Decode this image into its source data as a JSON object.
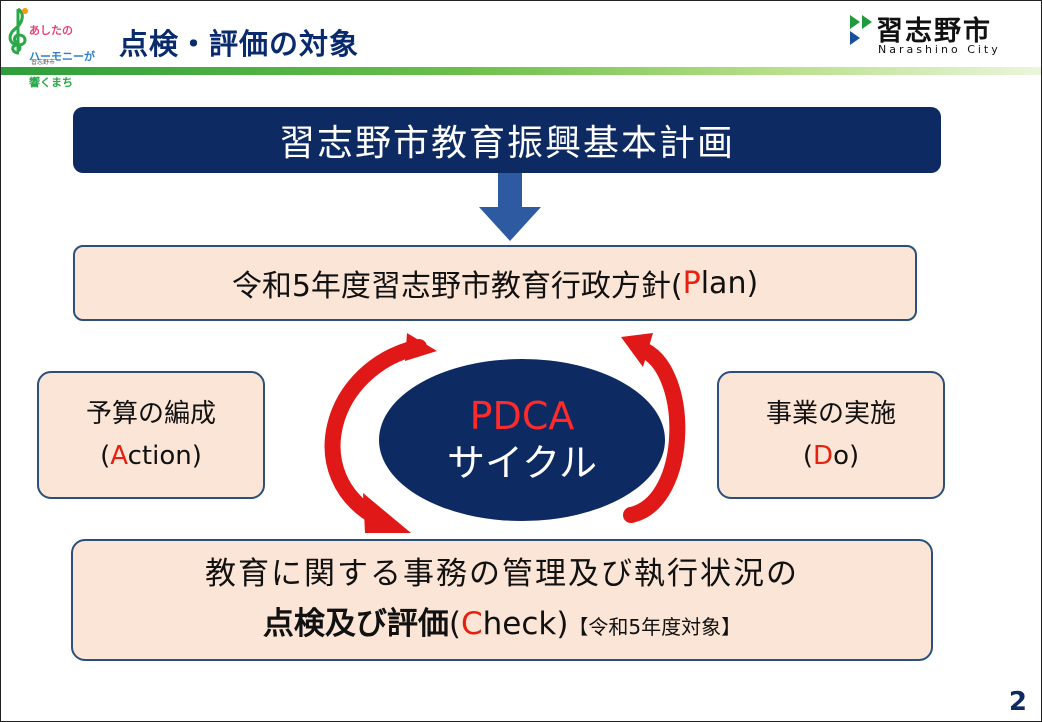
{
  "header": {
    "title": "点検・評価の対象",
    "left_logo": {
      "icon": "treble-clef-icon",
      "tagline_lines": [
        "あしたの",
        "ハーモニーが",
        "響くまち"
      ],
      "small_text": "習志野市"
    },
    "right_logo": {
      "icon": "city-emblem-icon",
      "name": "習志野市",
      "name_en": "Narashino City"
    }
  },
  "plan_top": "習志野市教育振興基本計画",
  "policy": {
    "text": "令和5年度習志野市教育行政方針(",
    "accent": "P",
    "rest": "lan)"
  },
  "cycle": {
    "center_title": "PDCA",
    "center_subtitle": "サイクル",
    "left": {
      "line1": "予算の編成",
      "open": "(",
      "accent": "A",
      "rest": "ction)"
    },
    "right": {
      "line1": "事業の実施",
      "open": "(",
      "accent": "D",
      "rest": "o)"
    }
  },
  "check": {
    "line1": "教育に関する事務の管理及び執行状況の",
    "bold": "点検及び評価",
    "open": "(",
    "accent": "C",
    "rest": "heck)",
    "note": "【令和5年度対象】"
  },
  "page_number": "2",
  "colors": {
    "navy": "#0e2a62",
    "box_fill": "#fbe5d6",
    "accent_red": "#e8200f",
    "arrow_red": "#e01818",
    "header_green": "#2e9e3a"
  }
}
